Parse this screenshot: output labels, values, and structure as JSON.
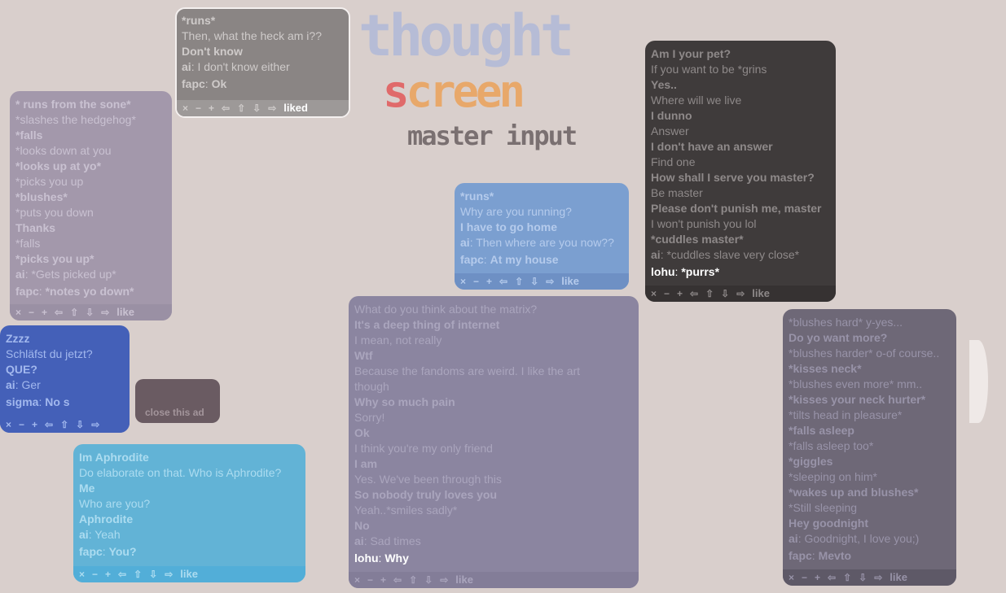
{
  "logo": {
    "line1": "thought",
    "line2a": "s",
    "line2b": "creen",
    "line3": "master input"
  },
  "controls": {
    "close": "×",
    "minus": "−",
    "plus": "+",
    "left": "⇦",
    "up": "⇧",
    "down": "⇩",
    "right": "⇨"
  },
  "ad": {
    "close_label": "close this ad"
  },
  "boxes": [
    {
      "id": "hedgehog",
      "bg": "#a398ab",
      "fg": "#c9c1d1",
      "foot": "#9a90a4",
      "like": "like",
      "lines": [
        {
          "t": "* runs from the sone*",
          "b": true
        },
        {
          "t": "*slashes the hedgehog*"
        },
        {
          "t": "*falls",
          "b": true
        },
        {
          "t": "*looks down at you"
        },
        {
          "t": "*looks up at yo*",
          "b": true
        },
        {
          "t": "*picks you up"
        },
        {
          "t": "*blushes*",
          "b": true
        },
        {
          "t": "*puts you down"
        },
        {
          "t": "Thanks",
          "b": true
        },
        {
          "t": "*falls"
        },
        {
          "t": "*picks you up*",
          "b": true
        }
      ],
      "ai": {
        "who": "ai",
        "msg": "*Gets picked up*"
      },
      "user": {
        "who": "fapc",
        "msg": "*notes yo down*"
      }
    },
    {
      "id": "zzzz",
      "bg": "#4460b8",
      "fg": "#a2b8ee",
      "foot": "#4460b8",
      "like": "",
      "lines": [
        {
          "t": "Zzzz",
          "b": true
        },
        {
          "t": "Schläfst du jetzt?"
        },
        {
          "t": "QUE?",
          "b": true
        }
      ],
      "ai": {
        "who": "ai",
        "msg": "Ger"
      },
      "user": {
        "who": "sigma",
        "msg": "No s"
      }
    },
    {
      "id": "aphrodite",
      "bg": "#62b3d6",
      "fg": "#acdcf0",
      "foot": "#52aed8",
      "like": "like",
      "lines": [
        {
          "t": "Im Aphrodite",
          "b": true
        },
        {
          "t": "Do elaborate on that. Who is Aphrodite?"
        },
        {
          "t": "Me",
          "b": true
        },
        {
          "t": "Who are you?"
        },
        {
          "t": "Aphrodite",
          "b": true
        }
      ],
      "ai": {
        "who": "ai",
        "msg": "Yeah"
      },
      "user": {
        "who": "fapc",
        "msg": "You?"
      }
    },
    {
      "id": "heck",
      "bg": "#8a8584",
      "fg": "#cfcbca",
      "foot": "#9d9998",
      "like": "liked",
      "lines": [
        {
          "t": "*runs*",
          "b": true
        },
        {
          "t": "Then, what the heck am i??"
        },
        {
          "t": "Don't know",
          "b": true
        }
      ],
      "ai": {
        "who": "ai",
        "msg": "I don't know either"
      },
      "user": {
        "who": "fapc",
        "msg": "Ok"
      }
    },
    {
      "id": "running",
      "bg": "#7b9fd0",
      "fg": "#b5cbec",
      "foot": "#6e90c4",
      "like": "like",
      "lines": [
        {
          "t": "*runs*",
          "b": true
        },
        {
          "t": "Why are you running?"
        },
        {
          "t": "I have to go home",
          "b": true
        }
      ],
      "ai": {
        "who": "ai",
        "msg": "Then where are you now??"
      },
      "user": {
        "who": "fapc",
        "msg": "At my house"
      }
    },
    {
      "id": "matrix",
      "bg": "#8b85a0",
      "fg": "#aaa5bd",
      "foot": "#837d98",
      "like": "like",
      "lines": [
        {
          "t": "What do you think about the matrix?"
        },
        {
          "t": "It's a deep thing of internet",
          "b": true
        },
        {
          "t": "I mean, not really"
        },
        {
          "t": "Wtf",
          "b": true
        },
        {
          "t": "Because the fandoms are weird. I like the art"
        },
        {
          "t": "though"
        },
        {
          "t": "Why so much pain",
          "b": true
        },
        {
          "t": "Sorry!"
        },
        {
          "t": "Ok",
          "b": true
        },
        {
          "t": "I think you're my only friend"
        },
        {
          "t": "I am",
          "b": true
        },
        {
          "t": "Yes. We've been through this"
        },
        {
          "t": "So nobody truly loves you",
          "b": true
        },
        {
          "t": "Yeah..*smiles sadly*"
        },
        {
          "t": "No",
          "b": true
        }
      ],
      "ai": {
        "who": "ai",
        "msg": "Sad times"
      },
      "user": {
        "who": "lohu",
        "msg": "Why",
        "white": true
      }
    },
    {
      "id": "pet",
      "bg": "#3f3b3b",
      "fg": "#8e8989",
      "foot": "#363232",
      "like": "like",
      "lines": [
        {
          "t": "Am I your pet?",
          "b": true
        },
        {
          "t": "If you want to be *grins"
        },
        {
          "t": "Yes..",
          "b": true
        },
        {
          "t": "Where will we live"
        },
        {
          "t": "I dunno",
          "b": true
        },
        {
          "t": "Answer"
        },
        {
          "t": "I don't have an answer",
          "b": true
        },
        {
          "t": "Find one"
        },
        {
          "t": "How shall I serve you master?",
          "b": true
        },
        {
          "t": "Be master"
        },
        {
          "t": "Please don't punish me, master",
          "b": true
        },
        {
          "t": "I won't punish you lol"
        },
        {
          "t": "*cuddles master*",
          "b": true
        }
      ],
      "ai": {
        "who": "ai",
        "msg": "*cuddles slave very close*"
      },
      "user": {
        "who": "lohu",
        "msg": "*purrs*",
        "white": true
      }
    },
    {
      "id": "goodnight",
      "bg": "#6e6877",
      "fg": "#9893a8",
      "foot": "#5e5967",
      "like": "like",
      "lines": [
        {
          "t": "*blushes hard* y-yes..."
        },
        {
          "t": "Do yo want more?",
          "b": true
        },
        {
          "t": "*blushes harder* o-of course.."
        },
        {
          "t": "*kisses neck*",
          "b": true
        },
        {
          "t": "*blushes even more* mm.."
        },
        {
          "t": "*kisses your neck hurter*",
          "b": true
        },
        {
          "t": "*tilts head in pleasure*"
        },
        {
          "t": "*falls asleep",
          "b": true
        },
        {
          "t": "*falls asleep too*"
        },
        {
          "t": "*giggles",
          "b": true
        },
        {
          "t": "*sleeping on him*"
        },
        {
          "t": "*wakes up and blushes*",
          "b": true
        },
        {
          "t": "*Still sleeping"
        },
        {
          "t": "Hey goodnight",
          "b": true
        }
      ],
      "ai": {
        "who": "ai",
        "msg": "Goodnight, I love you;)"
      },
      "user": {
        "who": "fapc",
        "msg": "Mevto"
      }
    }
  ]
}
